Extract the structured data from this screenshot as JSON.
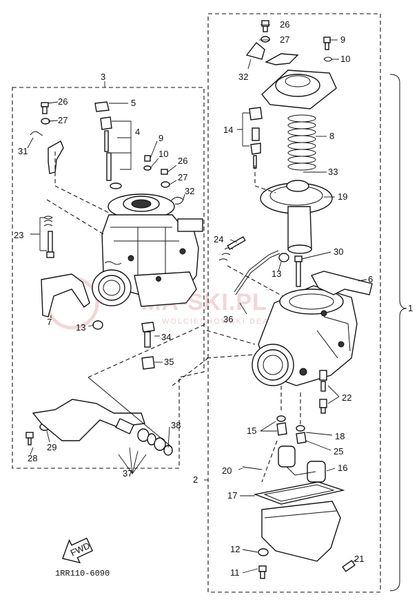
{
  "callouts": [
    {
      "id": "c3",
      "text": "3"
    },
    {
      "id": "c26a",
      "text": "26"
    },
    {
      "id": "c27a",
      "text": "27"
    },
    {
      "id": "c31",
      "text": "31"
    },
    {
      "id": "c5",
      "text": "5"
    },
    {
      "id": "c4",
      "text": "4"
    },
    {
      "id": "c9a",
      "text": "9"
    },
    {
      "id": "c10a",
      "text": "10"
    },
    {
      "id": "c26b",
      "text": "26"
    },
    {
      "id": "c27b",
      "text": "27"
    },
    {
      "id": "c32a",
      "text": "32"
    },
    {
      "id": "c23",
      "text": "23"
    },
    {
      "id": "c7",
      "text": "7"
    },
    {
      "id": "c13a",
      "text": "13"
    },
    {
      "id": "c34",
      "text": "34"
    },
    {
      "id": "c35",
      "text": "35"
    },
    {
      "id": "c38",
      "text": "38"
    },
    {
      "id": "c28",
      "text": "28"
    },
    {
      "id": "c29",
      "text": "29"
    },
    {
      "id": "c37",
      "text": "37"
    },
    {
      "id": "c26c",
      "text": "26"
    },
    {
      "id": "c27c",
      "text": "27"
    },
    {
      "id": "c32b",
      "text": "32"
    },
    {
      "id": "c9b",
      "text": "9"
    },
    {
      "id": "c10b",
      "text": "10"
    },
    {
      "id": "c14",
      "text": "14"
    },
    {
      "id": "c8",
      "text": "8"
    },
    {
      "id": "c33",
      "text": "33"
    },
    {
      "id": "c19",
      "text": "19"
    },
    {
      "id": "c24",
      "text": "24"
    },
    {
      "id": "c30",
      "text": "30"
    },
    {
      "id": "c13b",
      "text": "13"
    },
    {
      "id": "c6",
      "text": "6"
    },
    {
      "id": "c36",
      "text": "36"
    },
    {
      "id": "c22",
      "text": "22"
    },
    {
      "id": "c15",
      "text": "15"
    },
    {
      "id": "c18",
      "text": "18"
    },
    {
      "id": "c25",
      "text": "25"
    },
    {
      "id": "c20",
      "text": "20"
    },
    {
      "id": "c16",
      "text": "16"
    },
    {
      "id": "c17",
      "text": "17"
    },
    {
      "id": "c12",
      "text": "12"
    },
    {
      "id": "c11",
      "text": "11"
    },
    {
      "id": "c21",
      "text": "21"
    },
    {
      "id": "c2",
      "text": "2"
    },
    {
      "id": "c1",
      "text": "1"
    }
  ],
  "direction_arrow": {
    "text": "FWD"
  },
  "drawing_code": "1RR110-6090",
  "watermark": {
    "text": "MA-SKI.PL",
    "subtext": "WOLCIECHOWSKI DEALER YAMAHA"
  },
  "colors": {
    "ink": "#111111",
    "watermark": "#e8b5b5",
    "paper": "#ffffff"
  }
}
